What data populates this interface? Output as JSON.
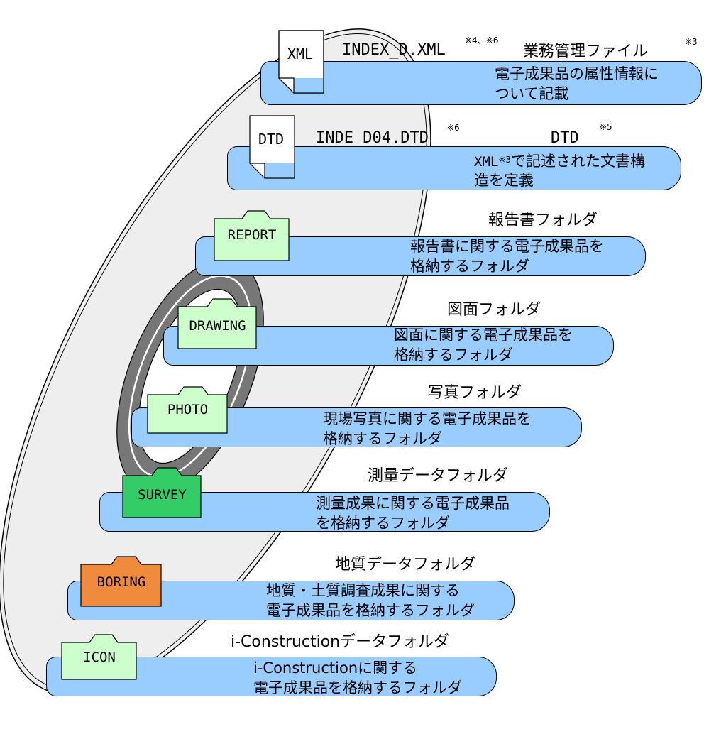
{
  "files": [
    {
      "icon_label": "XML",
      "filename": "INDEX_D.XML",
      "filename_note": "※4、※6",
      "type": "業務管理ファイル",
      "type_note": "※3",
      "desc": [
        "電子成果品の属性情報に",
        "ついて記載"
      ]
    },
    {
      "icon_label": "DTD",
      "filename": "INDE_D04.DTD",
      "filename_note": "※6",
      "type": "DTD",
      "type_note": "※5",
      "desc_prefix": "XML",
      "desc_prefix_note": "※3",
      "desc": [
        "で記述された文書構",
        "造を定義"
      ]
    }
  ],
  "folders": [
    {
      "label": "REPORT",
      "title": "報告書フォルダ",
      "desc": [
        "報告書に関する電子成果品を",
        "格納するフォルダ"
      ],
      "color": "#ccffcc"
    },
    {
      "label": "DRAWING",
      "title": "図面フォルダ",
      "desc": [
        "図面に関する電子成果品を",
        "格納するフォルダ"
      ],
      "color": "#ccffcc"
    },
    {
      "label": "PHOTO",
      "title": "写真フォルダ",
      "desc": [
        "現場写真に関する電子成果品を",
        "格納するフォルダ"
      ],
      "color": "#ccffcc"
    },
    {
      "label": "SURVEY",
      "title": "測量データフォルダ",
      "desc": [
        "測量成果に関する電子成果品",
        "を格納するフォルダ"
      ],
      "color": "#33cc66"
    },
    {
      "label": "BORING",
      "title": "地質データフォルダ",
      "desc": [
        "地質・土質調査成果に関する",
        "電子成果品を格納するフォルダ"
      ],
      "color": "#f08a3c"
    },
    {
      "label": "ICON",
      "title": "i-Constructionデータフォルダ",
      "desc": [
        "i-Constructionに関する",
        "電子成果品を格納するフォルダ"
      ],
      "color": "#ccffcc"
    }
  ],
  "colors": {
    "box": "#99ccff",
    "disc": "#eeeeee",
    "ring": "#777777"
  }
}
